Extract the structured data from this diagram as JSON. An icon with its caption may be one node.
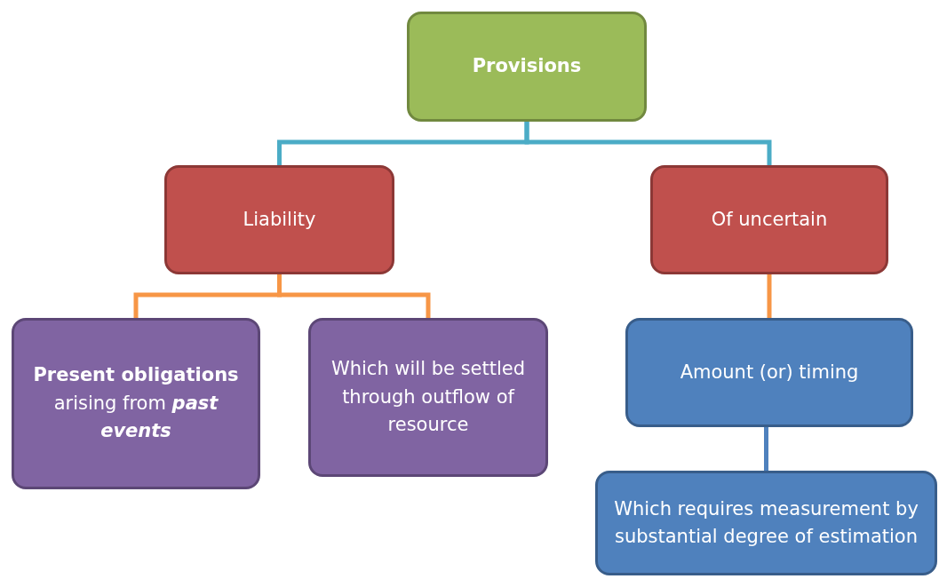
{
  "diagram": {
    "nodes": [
      {
        "text": [
          "Provisions"
        ]
      },
      {
        "text": [
          "Liability"
        ]
      },
      {
        "text": [
          "Of uncertain"
        ]
      },
      {
        "text": [
          "**Present obligations** arising from *past events*"
        ]
      },
      {
        "text": [
          "Which will be settled through outflow of resource"
        ]
      },
      {
        "text": [
          "Amount (or) timing"
        ]
      },
      {
        "text": [
          "Which requires measurement by substantial degree of estimation"
        ]
      }
    ],
    "edges": [
      {
        "from": 0,
        "to": 1,
        "arrow": "none",
        "color": "#4bacc6"
      },
      {
        "from": 0,
        "to": 2,
        "arrow": "none",
        "color": "#4bacc6"
      },
      {
        "from": 1,
        "to": 3,
        "arrow": "none"
      },
      {
        "from": 1,
        "to": 4,
        "arrow": "none"
      },
      {
        "from": 2,
        "to": 5,
        "arrow": "none"
      },
      {
        "from": 5,
        "to": 6,
        "arrow": "none",
        "color": "#4f81bd"
      }
    ]
  }
}
